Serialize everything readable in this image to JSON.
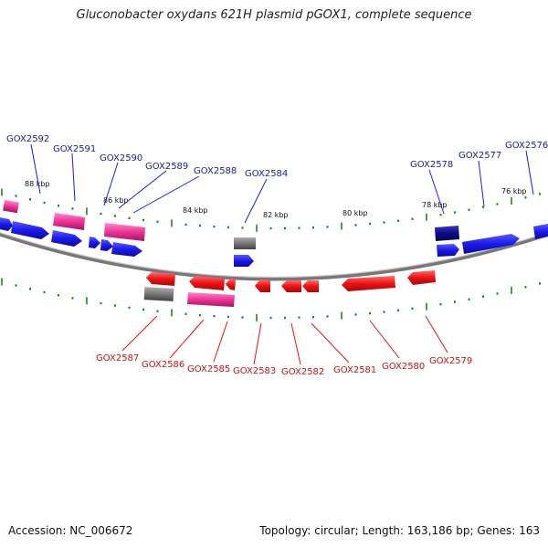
{
  "title": "Gluconobacter oxydans 621H plasmid pGOX1, complete sequence",
  "footer": {
    "accession": "Accession: NC_006672",
    "summary": "Topology: circular; Length: 163,186 bp; Genes: 163"
  },
  "colors": {
    "forward_cds": "#1a1aee",
    "reverse_cds": "#ee1111",
    "forward_rna": "#ee3399",
    "other": "#777777",
    "dark_cds": "#0a0a88",
    "backbone": "#888888",
    "ticks": "#1a8a1a"
  },
  "scale_labels": [
    "88 kbp",
    "86 kbp",
    "84 kbp",
    "82 kbp",
    "80 kbp",
    "78 kbp",
    "76 kbp"
  ],
  "forward_labels": [
    "GOX2592",
    "GOX2591",
    "GOX2590",
    "GOX2589",
    "GOX2588",
    "GOX2584",
    "GOX2578",
    "GOX2577",
    "GOX2576"
  ],
  "reverse_labels": [
    "GOX2587",
    "GOX2586",
    "GOX2585",
    "GOX2583",
    "GOX2582",
    "GOX2581",
    "GOX2580",
    "GOX2579"
  ]
}
